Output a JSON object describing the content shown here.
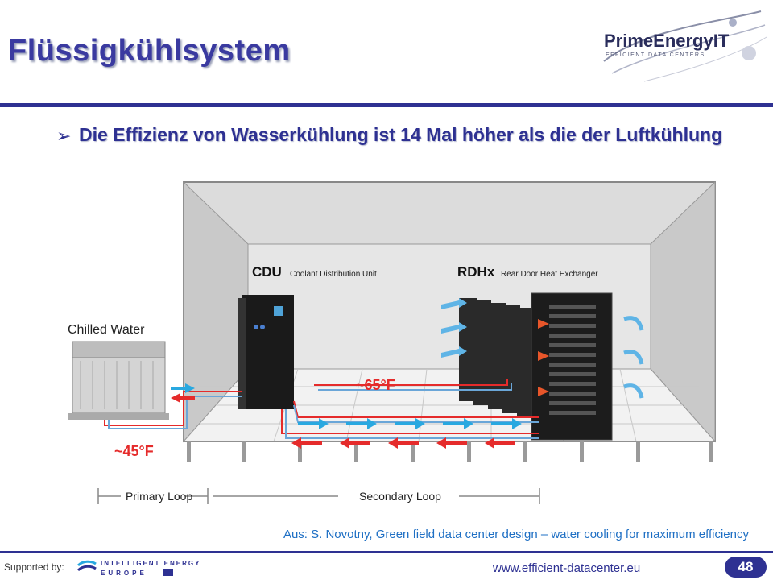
{
  "slide": {
    "title": "Flüssigkühlsystem",
    "bullet": "Die Effizienz von Wasserkühlung ist 14 Mal höher als die der Luftkühlung",
    "caption": "Aus: S. Novotny, Green field data center design – water cooling for maximum efficiency",
    "page_number": "48"
  },
  "logo": {
    "name": "PrimeEnergyIT",
    "tagline": "EFFICIENT DATA CENTERS"
  },
  "diagram": {
    "cdu_heading": "CDU",
    "cdu_desc": "Coolant Distribution Unit",
    "rdhx_heading": "RDHx",
    "rdhx_desc": "Rear Door Heat Exchanger",
    "chilled_water": "Chilled Water",
    "temp_secondary": "~65°F",
    "temp_primary": "~45°F",
    "primary_loop": "Primary Loop",
    "secondary_loop": "Secondary Loop"
  },
  "footer": {
    "supported_by": "Supported by:",
    "program_line1": "INTELLIGENT ENERGY",
    "program_line2": "EUROPE",
    "website": "www.efficient-datacenter.eu"
  },
  "colors": {
    "brand": "#2e3192",
    "cold": "#29a8e0",
    "hot": "#e52b2b",
    "caption": "#1e6fc4"
  }
}
